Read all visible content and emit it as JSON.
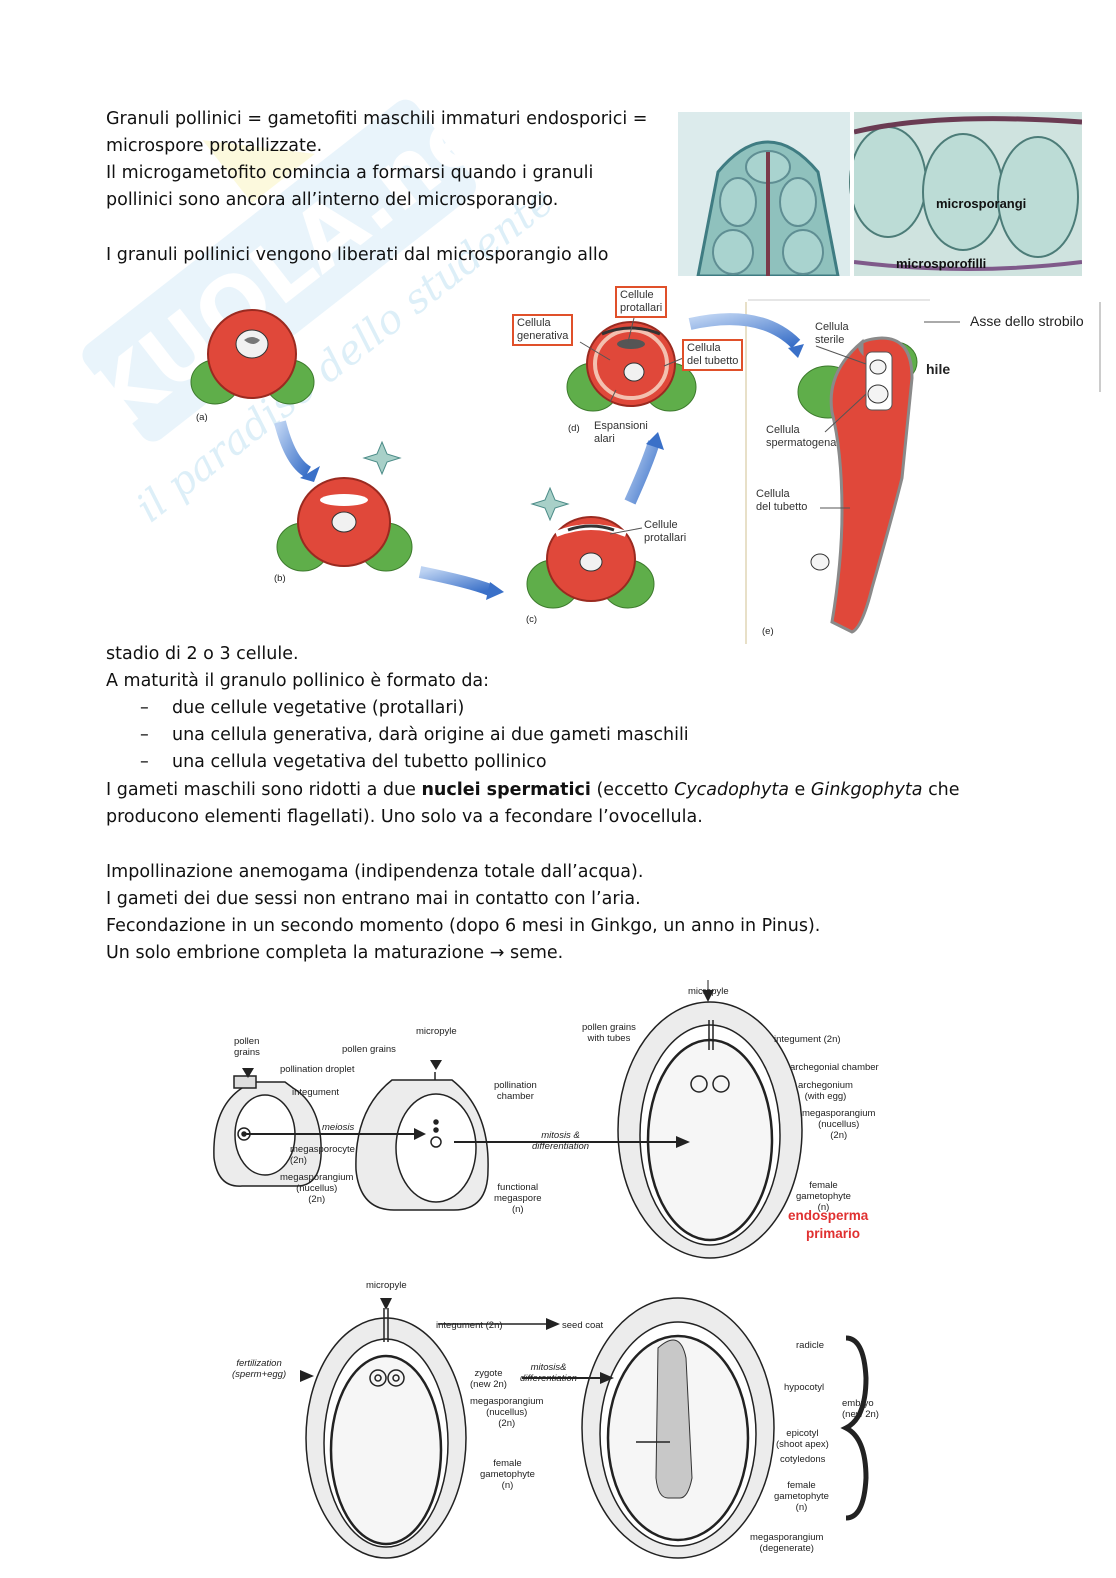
{
  "text": {
    "p1_l1": "Granuli pollinici = gametofiti maschili immaturi endosporici =",
    "p1_l2": "microspore protallizzate.",
    "p1_l3": "Il microgametofito comincia a formarsi quando i granuli",
    "p1_l4": "pollinici sono ancora all’interno del microsporangio.",
    "p2_l1": "I granuli pollinici vengono liberati dal microsporangio allo",
    "p2_l2": "stadio di 2 o 3 cellule.",
    "p3_l1": "A maturità il granulo pollinico è formato da:",
    "bullet_dash": "–",
    "bullets": [
      "due cellule vegetative (protallari)",
      "una cellula generativa, darà origine ai due gameti maschili",
      "una cellula vegetativa del tubetto pollinico"
    ],
    "p4_a": "I gameti maschili sono ridotti a due ",
    "p4_b": "nuclei spermatici",
    "p4_c": " (eccetto ",
    "p4_d": "Cycadophyta",
    "p4_e": " e ",
    "p4_f": "Ginkgophyta",
    "p4_g": " che",
    "p4_l2": "producono elementi flagellati). Uno solo va a fecondare l’ovocellula.",
    "p5_l1": "Impollinazione anemogama (indipendenza totale dall’acqua).",
    "p5_l2": "I gameti dei due sessi non entrano mai in contatto con l’aria.",
    "p5_l3": "Fecondazione in un secondo momento (dopo 6 mesi in Ginkgo, un anno in Pinus).",
    "p5_l4": "Un solo embrione completa la maturazione → seme."
  },
  "watermark": {
    "brand": "SKUOLA.net",
    "tagline": "il paradiso dello studente"
  },
  "photo": {
    "label_1": "microsporangi",
    "label_2": "microsporofilli"
  },
  "fig1": {
    "stage_a": "(a)",
    "stage_b": "(b)",
    "stage_c": "(c)",
    "stage_d": "(d)",
    "stage_e": "(e)",
    "cellula_generativa": "Cellula\ngenerativa",
    "cellule_protallari_top": "Cellule\nprotallari",
    "cellula_tubetto_box": "Cellula\ndel tubetto",
    "espansioni_alari": "Espansioni\nalari",
    "cellule_protallari_c": "Cellule\nprotallari",
    "cellula_sterile": "Cellula\nsterile",
    "asse_strobilo": "Asse dello strobilo",
    "hile": "hile",
    "cellula_spermatogena": "Cellula\nspermatogena",
    "cellula_tubetto_e": "Cellula\ndel tubetto"
  },
  "fig2": {
    "pollen_grains": "pollen\ngrains",
    "pollination_droplet": "pollination droplet",
    "integument": "integument",
    "meiosis": "meiosis",
    "megasporocyte": "megasporocyte\n(2n)",
    "megasporangium_nucellus": "megasporangium\n(nucellus)\n(2n)",
    "micropyle_2": "micropyle",
    "pollen_grains_2": "pollen grains",
    "pollination_chamber": "pollination\nchamber",
    "functional_megaspore": "functional\nmegaspore\n(n)",
    "mitosis_differentiation": "mitosis &\ndifferentiation",
    "micropyle_3": "micropyle",
    "pollen_grains_tubes": "pollen grains\nwith tubes",
    "integument_2n": "integument (2n)",
    "archegonial_chamber": "archegonial chamber",
    "archegonium": "archegonium\n(with egg)",
    "megasporangium_3": "megasporangium\n(nucellus)\n(2n)",
    "female_gametophyte": "female\ngametophyte\n(n)",
    "endosperma": "endosperma",
    "primario": "primario"
  },
  "fig3": {
    "micropyle": "micropyle",
    "integument_2n": "integument (2n)",
    "seed_coat": "seed coat",
    "fertilization": "fertilization\n(sperm+egg)",
    "zygote": "zygote\n(new 2n)",
    "mitosis_differentiation": "mitosis&\ndifferentiation",
    "megasporangium": "megasporangium\n(nucellus)\n(2n)",
    "female_gametophyte": "female\ngametophyte\n(n)",
    "radicle": "radicle",
    "hypocotyl": "hypocotyl",
    "epicotyl": "epicotyl\n(shoot apex)",
    "cotyledons": "cotyledons",
    "female_gametophyte_2": "female\ngametophyte\n(n)",
    "megasporangium_2": "megasporangium\n(degenerate)",
    "embryo": "embryo\n(new 2n)"
  },
  "colors": {
    "pollen_red": "#e0483a",
    "wing_green": "#5fae4a",
    "arrow_blue": "#4a7fd0",
    "box_orange": "#e0502a",
    "label_red": "#e03030"
  }
}
